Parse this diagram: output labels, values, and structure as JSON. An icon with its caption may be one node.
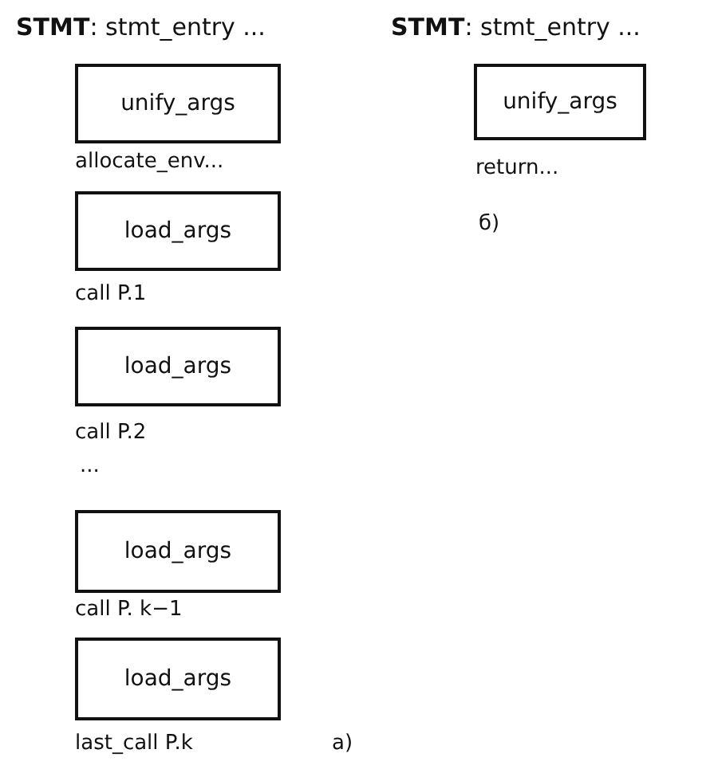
{
  "diagram": {
    "nodes": [
      {
        "text": [
          "unify_args"
        ]
      },
      {
        "text": [
          "load_args"
        ]
      },
      {
        "text": [
          "load_args"
        ]
      },
      {
        "text": [
          "load_args"
        ]
      },
      {
        "text": [
          "load_args"
        ]
      },
      {
        "text": [
          "unify_args"
        ]
      }
    ],
    "labels": [
      "**STMT**: stmt_entry ...",
      "allocate_env...",
      "call P.1",
      "call P.2",
      "...",
      "call P. k−1",
      "last_call P.k",
      "a)",
      "**STMT**: stmt_entry ...",
      "return...",
      "б)"
    ]
  }
}
